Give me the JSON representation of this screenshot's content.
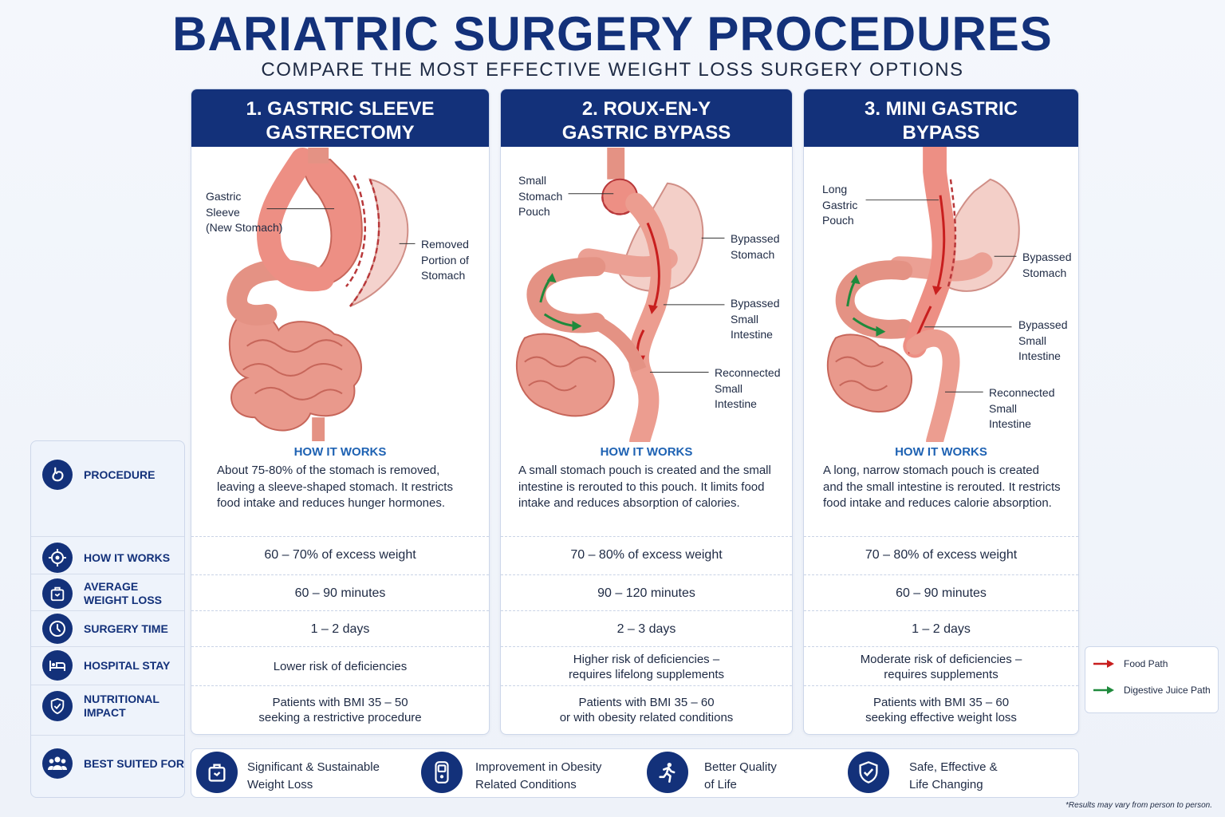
{
  "title": "BARIATRIC SURGERY PROCEDURES",
  "subtitle": "COMPARE THE MOST EFFECTIVE WEIGHT LOSS SURGERY OPTIONS",
  "colors": {
    "navy": "#13317a",
    "accent_blue": "#1e62b3",
    "food_path": "#c81e1e",
    "juice_path": "#1f8a3c",
    "tissue": "#e99a8e"
  },
  "sidebar": {
    "items": [
      {
        "label": "PROCEDURE",
        "icon": "stomach-icon"
      },
      {
        "label": "HOW IT WORKS",
        "icon": "target-icon"
      },
      {
        "label": "AVERAGE WEIGHT LOSS",
        "icon": "scale-icon"
      },
      {
        "label": "SURGERY TIME",
        "icon": "clock-icon"
      },
      {
        "label": "HOSPITAL STAY",
        "icon": "bed-icon"
      },
      {
        "label": "NUTRITIONAL IMPACT",
        "icon": "shield-icon"
      },
      {
        "label": "BEST SUITED FOR",
        "icon": "people-icon"
      }
    ]
  },
  "procedures": [
    {
      "title_line1": "1. GASTRIC SLEEVE",
      "title_line2": "GASTRECTOMY",
      "labels": {
        "a": "Gastric\nSleeve\n(New Stomach)",
        "b": "Removed\nPortion of\nStomach"
      },
      "how_title": "HOW IT WORKS",
      "how_text": "About 75-80% of the stomach is removed, leaving a sleeve-shaped stomach. It restricts food intake and reduces hunger hormones.",
      "weight_loss": "60 – 70% of excess weight",
      "surgery_time": "60 – 90 minutes",
      "hospital_stay": "1 – 2 days",
      "nutrition_1": "Lower risk of deficiencies",
      "nutrition_2": "",
      "suited_1": "Patients with BMI 35 – 50",
      "suited_2": "seeking a restrictive procedure"
    },
    {
      "title_line1": "2. ROUX-EN-Y",
      "title_line2": "GASTRIC BYPASS",
      "labels": {
        "a": "Small\nStomach\nPouch",
        "b": "Bypassed\nStomach",
        "c": "Bypassed\nSmall\nIntestine",
        "d": "Reconnected\nSmall\nIntestine"
      },
      "how_title": "HOW IT WORKS",
      "how_text": "A small stomach pouch is created and the small intestine is rerouted to this pouch. It limits food intake and reduces absorption of calories.",
      "weight_loss": "70 – 80% of excess weight",
      "surgery_time": "90 – 120 minutes",
      "hospital_stay": "2 – 3 days",
      "nutrition_1": "Higher risk of deficiencies –",
      "nutrition_2": "requires lifelong supplements",
      "suited_1": "Patients with BMI 35 – 60",
      "suited_2": "or with obesity related conditions"
    },
    {
      "title_line1": "3. MINI GASTRIC",
      "title_line2": "BYPASS",
      "labels": {
        "a": "Long\nGastric\nPouch",
        "b": "Bypassed\nStomach",
        "c": "Bypassed\nSmall\nIntestine",
        "d": "Reconnected\nSmall\nIntestine"
      },
      "how_title": "HOW IT WORKS",
      "how_text": "A long, narrow stomach pouch is created and the small intestine is rerouted. It restricts food intake and reduces calorie absorption.",
      "weight_loss": "70 – 80% of excess weight",
      "surgery_time": "60 – 90 minutes",
      "hospital_stay": "1 – 2 days",
      "nutrition_1": "Moderate risk of deficiencies –",
      "nutrition_2": "requires supplements",
      "suited_1": "Patients with BMI 35 – 60",
      "suited_2": "seeking effective weight loss"
    }
  ],
  "benefits": [
    {
      "text": "Significant & Sustainable\nWeight Loss",
      "icon": "scale-icon"
    },
    {
      "text": "Improvement in Obesity\nRelated Conditions",
      "icon": "glucose-meter-icon"
    },
    {
      "text": "Better Quality\nof Life",
      "icon": "runner-icon"
    },
    {
      "text": "Safe, Effective &\nLife Changing",
      "icon": "shield-check-icon"
    }
  ],
  "legend": {
    "food": "Food Path",
    "juice": "Digestive Juice Path"
  },
  "footnote": "*Results may vary from person to person."
}
